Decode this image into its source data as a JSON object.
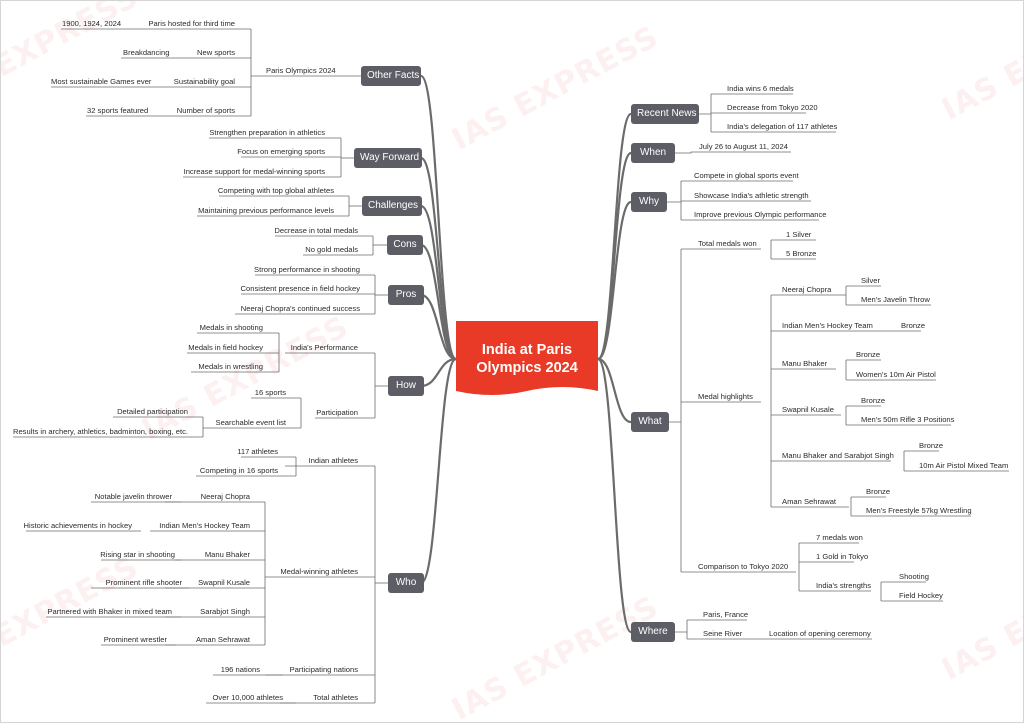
{
  "title": "India at Paris Olympics 2024",
  "watermark": "IAS EXPRESS",
  "colors": {
    "center": "#e83a26",
    "branch_box": "#5d5d66",
    "line": "#6b6b6b",
    "watermark": "#f08c8c"
  },
  "branches": {
    "recent_news": {
      "label": "Recent News",
      "items": [
        "India wins 6 medals",
        "Decrease from Tokyo 2020",
        "India's delegation of 117 athletes"
      ]
    },
    "when": {
      "label": "When",
      "items": [
        "July 26 to August 11, 2024"
      ]
    },
    "why": {
      "label": "Why",
      "items": [
        "Compete in global sports event",
        "Showcase India's athletic strength",
        "Improve previous Olympic performance"
      ]
    },
    "what": {
      "label": "What",
      "total_medals": {
        "label": "Total medals won",
        "items": [
          "1 Silver",
          "5 Bronze"
        ]
      },
      "highlights": {
        "label": "Medal highlights",
        "athletes": [
          {
            "name": "Neeraj Chopra",
            "items": [
              "Silver",
              "Men's Javelin Throw"
            ]
          },
          {
            "name": "Indian Men's Hockey Team",
            "items": [
              "Bronze"
            ]
          },
          {
            "name": "Manu Bhaker",
            "items": [
              "Bronze",
              "Women's 10m Air Pistol"
            ]
          },
          {
            "name": "Swapnil Kusale",
            "items": [
              "Bronze",
              "Men's 50m Rifle 3 Positions"
            ]
          },
          {
            "name": "Manu Bhaker and Sarabjot Singh",
            "items": [
              "Bronze",
              "10m Air Pistol Mixed Team"
            ]
          },
          {
            "name": "Aman Sehrawat",
            "items": [
              "Bronze",
              "Men's Freestyle 57kg Wrestling"
            ]
          }
        ]
      },
      "comparison": {
        "label": "Comparison to Tokyo 2020",
        "items": [
          "7 medals won",
          "1 Gold in Tokyo"
        ],
        "strengths": {
          "label": "India's strengths",
          "items": [
            "Shooting",
            "Field Hockey"
          ]
        }
      }
    },
    "where": {
      "label": "Where",
      "city": "Paris, France",
      "river": "Seine River",
      "river_note": "Location of opening ceremony"
    },
    "other_facts": {
      "label": "Other Facts",
      "sub": "Paris Olympics 2024",
      "facts": [
        {
          "key": "Paris hosted for third time",
          "value": "1900, 1924, 2024"
        },
        {
          "key": "New sports",
          "value": "Breakdancing"
        },
        {
          "key": "Sustainability goal",
          "value": "Most sustainable Games ever"
        },
        {
          "key": "Number of sports",
          "value": "32 sports featured"
        }
      ]
    },
    "way_forward": {
      "label": "Way Forward",
      "items": [
        "Strengthen preparation in athletics",
        "Focus on emerging sports",
        "Increase support for medal-winning sports"
      ]
    },
    "challenges": {
      "label": "Challenges",
      "items": [
        "Competing with top global athletes",
        "Maintaining previous performance levels"
      ]
    },
    "cons": {
      "label": "Cons",
      "items": [
        "Decrease in total medals",
        "No gold medals"
      ]
    },
    "pros": {
      "label": "Pros",
      "items": [
        "Strong performance in shooting",
        "Consistent presence in field hockey",
        "Neeraj Chopra's continued success"
      ]
    },
    "how": {
      "label": "How",
      "performance": {
        "label": "India's Performance",
        "items": [
          "Medals in shooting",
          "Medals in field hockey",
          "Medals in wrestling"
        ]
      },
      "participation": {
        "label": "Participation",
        "sports": "16 sports",
        "searchable": {
          "label": "Searchable event list",
          "items": [
            "Detailed participation",
            "Results in archery, athletics, badminton, boxing, etc."
          ]
        }
      }
    },
    "who": {
      "label": "Who",
      "indian_athletes": {
        "label": "Indian athletes",
        "items": [
          "117 athletes",
          "Competing in 16 sports"
        ]
      },
      "medal_winning": {
        "label": "Medal-winning athletes",
        "athletes": [
          {
            "name": "Neeraj Chopra",
            "note": "Notable javelin thrower"
          },
          {
            "name": "Indian Men's Hockey Team",
            "note": "Historic achievements in hockey"
          },
          {
            "name": "Manu Bhaker",
            "note": "Rising star in shooting"
          },
          {
            "name": "Swapnil Kusale",
            "note": "Prominent rifle shooter"
          },
          {
            "name": "Sarabjot Singh",
            "note": "Partnered with Bhaker in mixed team"
          },
          {
            "name": "Aman Sehrawat",
            "note": "Prominent wrestler"
          }
        ]
      },
      "nations": {
        "label": "Participating nations",
        "value": "196 nations"
      },
      "total": {
        "label": "Total athletes",
        "value": "Over 10,000 athletes"
      }
    }
  }
}
